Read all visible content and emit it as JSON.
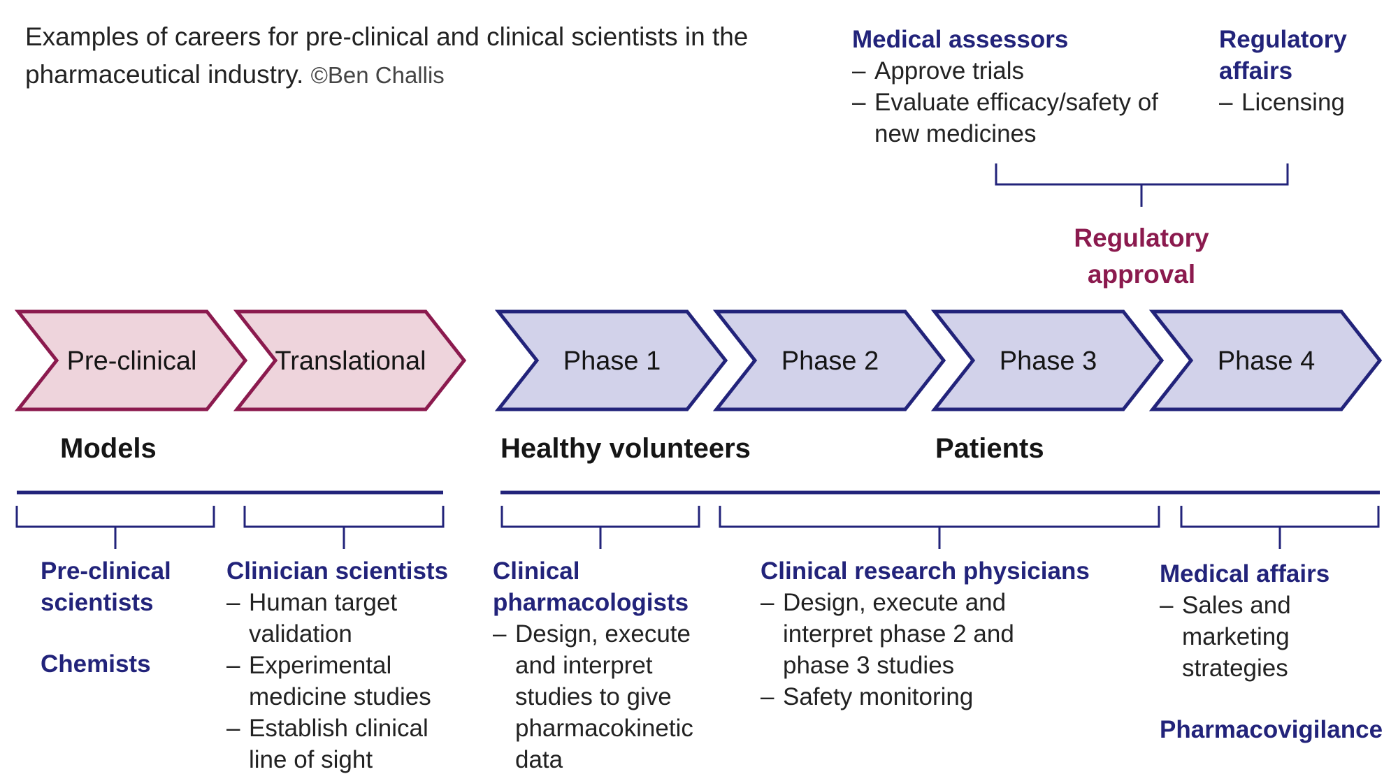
{
  "caption": {
    "text": "Examples of careers for pre-clinical and clinical scientists in the pharmaceutical industry.",
    "credit": "©Ben Challis"
  },
  "colors": {
    "preclinical_fill": "#eed4dc",
    "preclinical_stroke": "#8b1a4e",
    "clinical_fill": "#d2d2ea",
    "clinical_stroke": "#22237a",
    "bracket": "#22237a",
    "heading_blue": "#22237a",
    "heading_red": "#8b1a4e"
  },
  "stages": [
    {
      "label": "Pre-clinical",
      "group": "preclinical"
    },
    {
      "label": "Translational",
      "group": "preclinical"
    },
    {
      "label": "Phase 1",
      "group": "clinical"
    },
    {
      "label": "Phase 2",
      "group": "clinical"
    },
    {
      "label": "Phase 3",
      "group": "clinical"
    },
    {
      "label": "Phase 4",
      "group": "clinical"
    }
  ],
  "groups": {
    "models": "Models",
    "healthy_volunteers": "Healthy volunteers",
    "patients": "Patients"
  },
  "regulatory": {
    "approval": "Regulatory approval",
    "medical_assessors": {
      "title": "Medical assessors",
      "items": [
        "Approve trials",
        "Evaluate efficacy/safety of new medicines"
      ]
    },
    "regulatory_affairs": {
      "title": "Regulatory affairs",
      "items": [
        "Licensing"
      ]
    }
  },
  "careers": {
    "preclinical_scientists": "Pre-clinical scientists",
    "chemists": "Chemists",
    "clinician_scientists": {
      "title": "Clinician scientists",
      "items": [
        "Human target validation",
        "Experimental medicine studies",
        "Establish clinical line of sight"
      ]
    },
    "clinical_pharmacologists": {
      "title": "Clinical pharmacologists",
      "items": [
        "Design, execute and interpret studies to give pharmacokinetic data"
      ]
    },
    "clinical_research_physicians": {
      "title": "Clinical research physicians",
      "items": [
        "Design, execute and interpret phase 2 and phase 3 studies",
        "Safety monitoring"
      ]
    },
    "medical_affairs": {
      "title": "Medical affairs",
      "items": [
        "Sales and marketing strategies"
      ]
    },
    "pharmacovigilance": "Pharmacovigilance"
  }
}
